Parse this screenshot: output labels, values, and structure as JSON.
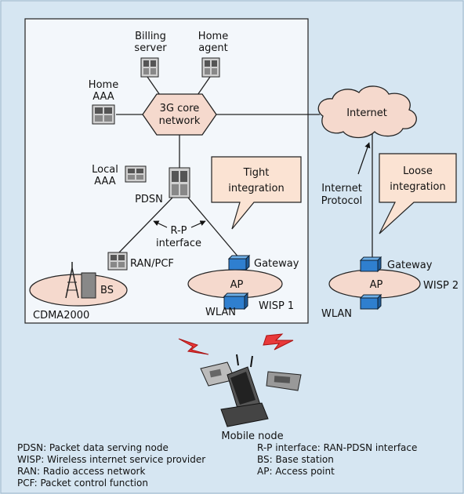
{
  "labels": {
    "billing_server_1": "Billing",
    "billing_server_2": "server",
    "home_agent_1": "Home",
    "home_agent_2": "agent",
    "home_aaa_1": "Home",
    "home_aaa_2": "AAA",
    "core_network_1": "3G core",
    "core_network_2": "network",
    "internet": "Internet",
    "local_aaa_1": "Local",
    "local_aaa_2": "AAA",
    "pdsn": "PDSN",
    "tight_1": "Tight",
    "tight_2": "integration",
    "loose_1": "Loose",
    "loose_2": "integration",
    "internet_protocol_1": "Internet",
    "internet_protocol_2": "Protocol",
    "rp_1": "R-P",
    "rp_2": "interface",
    "ran_pcf": "RAN/PCF",
    "gateway_1": "Gateway",
    "gateway_2": "Gateway",
    "ap_1": "AP",
    "ap_2": "AP",
    "wlan_1": "WLAN",
    "wlan_2": "WLAN",
    "wisp_1": "WISP 1",
    "wisp_2": "WISP 2",
    "bs": "BS",
    "cdma": "CDMA2000",
    "mobile_node": "Mobile node"
  },
  "legend": {
    "left": [
      "PDSN: Packet data serving node",
      "WISP: Wireless internet service provider",
      "RAN: Radio access network",
      "PCF: Packet control function"
    ],
    "right": [
      "R-P interface: RAN-PDSN interface",
      "BS: Base station",
      "AP: Access point"
    ]
  },
  "colors": {
    "background": "#d6e6f2",
    "core_box": "#f3f7fb",
    "callout": "#fbe3d3",
    "ellipse": "#f5d9cd",
    "gateway": "#2f7fcf",
    "server": "#9a9a9a",
    "lightning": "#e8393a"
  },
  "icons": [
    "server-icon",
    "gateway-icon",
    "cloud-icon",
    "hexagon-icon",
    "tower-icon",
    "laptop-icon",
    "lightning-icon"
  ]
}
